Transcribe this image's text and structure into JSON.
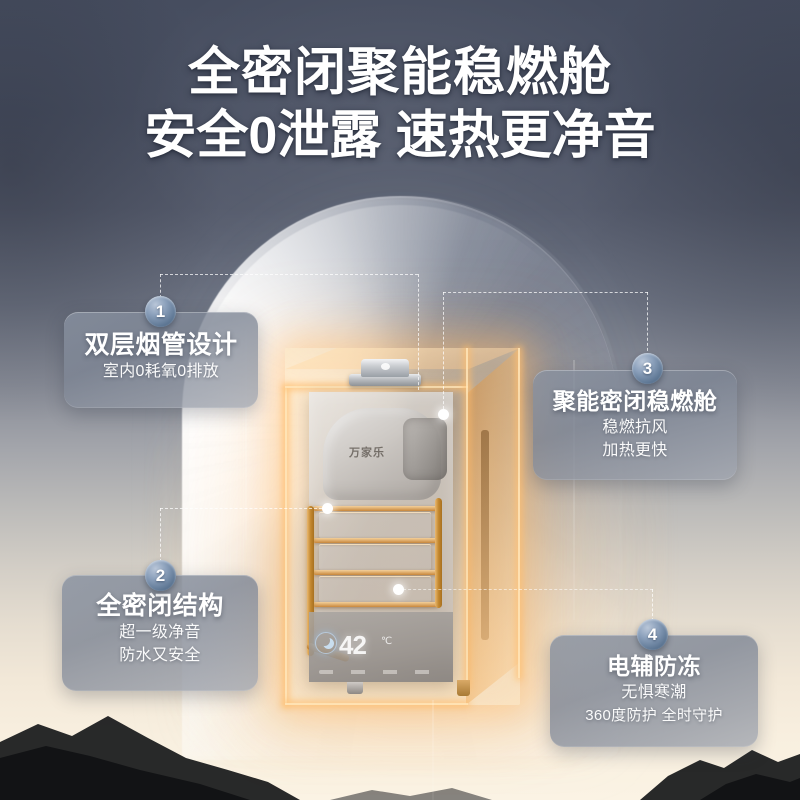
{
  "headline": {
    "line1": "全密闭聚能稳燃舱",
    "line2": "安全0泄露 速热更净音"
  },
  "product": {
    "brand": "万家乐",
    "display_temperature": "42",
    "display_unit": "℃",
    "night_mode_icon": "moon-icon"
  },
  "features": [
    {
      "badge": "1",
      "title": "双层烟管设计",
      "sub1": "室内0耗氧0排放",
      "sub2": ""
    },
    {
      "badge": "2",
      "title": "全密闭结构",
      "sub1": "超一级净音",
      "sub2": "防水又安全"
    },
    {
      "badge": "3",
      "title": "聚能密闭稳燃舱",
      "sub1": "稳燃抗风",
      "sub2": "加热更快"
    },
    {
      "badge": "4",
      "title": "电辅防冻",
      "sub1": "无惧寒潮",
      "sub2": "360度防护 全时守护"
    }
  ],
  "colors": {
    "bg_top": "#464d5f",
    "bg_bottom": "#fbf3e4",
    "card_fill": "#889-1a0",
    "badge_blue": "#5e7794",
    "glow_amber": "#ffba68",
    "text_white": "#ffffff"
  }
}
